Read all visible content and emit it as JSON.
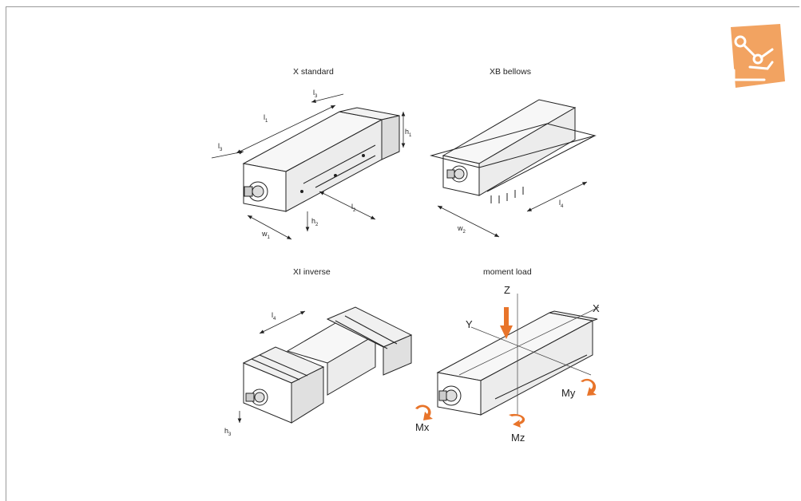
{
  "panels": {
    "standard": {
      "title": "X standard",
      "labels": {
        "l1": "l",
        "l1_sub": "1",
        "l2": "l",
        "l2_sub": "2",
        "l3a": "l",
        "l3a_sub": "3",
        "l3b": "l",
        "l3b_sub": "3",
        "h1": "h",
        "h1_sub": "1",
        "h2": "h",
        "h2_sub": "2",
        "w1": "w",
        "w1_sub": "1"
      }
    },
    "bellows": {
      "title": "XB bellows",
      "labels": {
        "w2": "w",
        "w2_sub": "2",
        "l4": "l",
        "l4_sub": "4"
      }
    },
    "inverse": {
      "title": "XI inverse",
      "labels": {
        "l4": "l",
        "l4_sub": "4",
        "h3": "h",
        "h3_sub": "3"
      }
    },
    "moment": {
      "title": "moment load",
      "labels": {
        "x": "X",
        "y": "Y",
        "z": "Z",
        "mx": "Mx",
        "my": "My",
        "mz": "Mz"
      }
    }
  },
  "colors": {
    "arrow": "#e8742a",
    "logo": "#f2a361",
    "line": "#222222"
  },
  "logo_icon": "robot-arm-icon"
}
